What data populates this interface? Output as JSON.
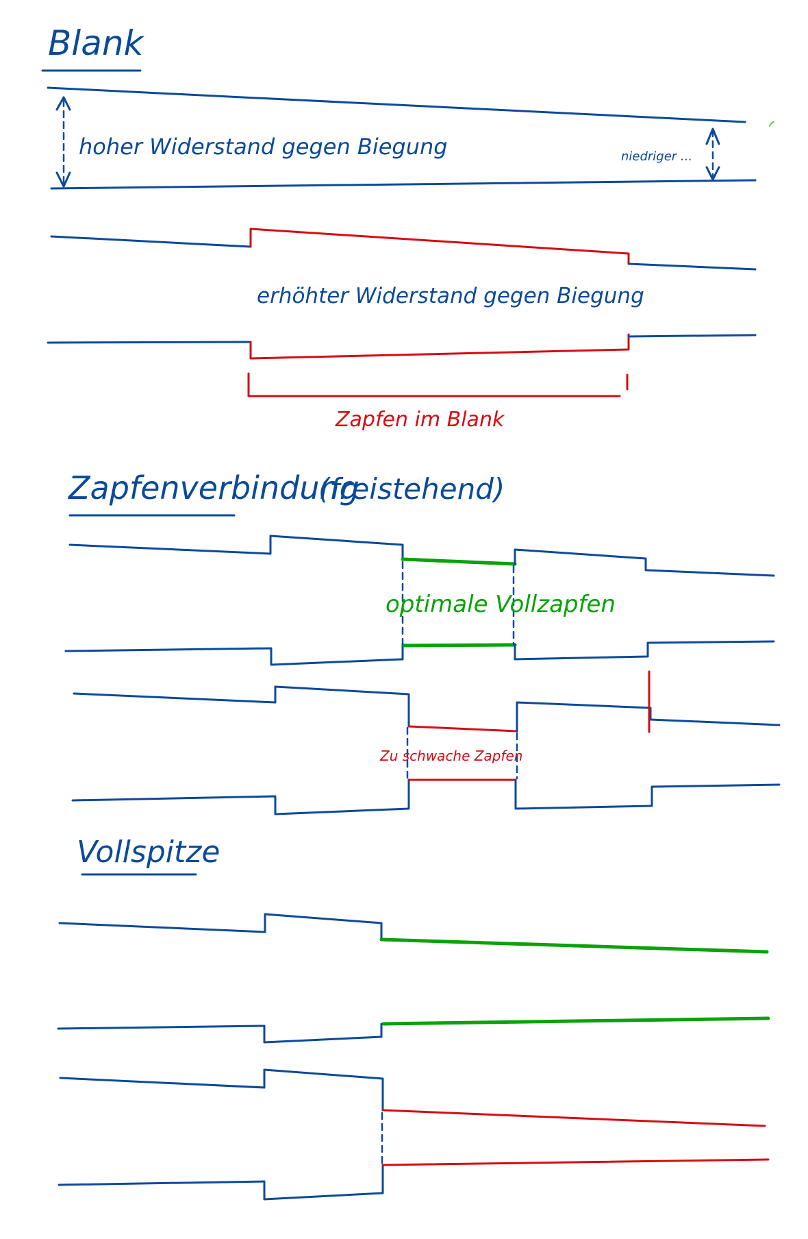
{
  "colors": {
    "ink_blue": "#0b4a9a",
    "ink_red": "#d40d12",
    "ink_green": "#0aa20a",
    "background": "#ffffff"
  },
  "sections": {
    "blank": {
      "title": "Blank",
      "label_high": "hoher Widerstand gegen Biegung",
      "label_low": "niedriger ...",
      "label_increased": "erhöhter Widerstand gegen Biegung",
      "label_tenon": "Zapfen im Blank"
    },
    "joint": {
      "title": "Zapfenverbindung",
      "subtitle": "(freistehend)",
      "label_optimal": "optimale Vollzapfen",
      "label_weak": "Zu schwache Zapfen"
    },
    "tip": {
      "title": "Vollspitze"
    }
  }
}
